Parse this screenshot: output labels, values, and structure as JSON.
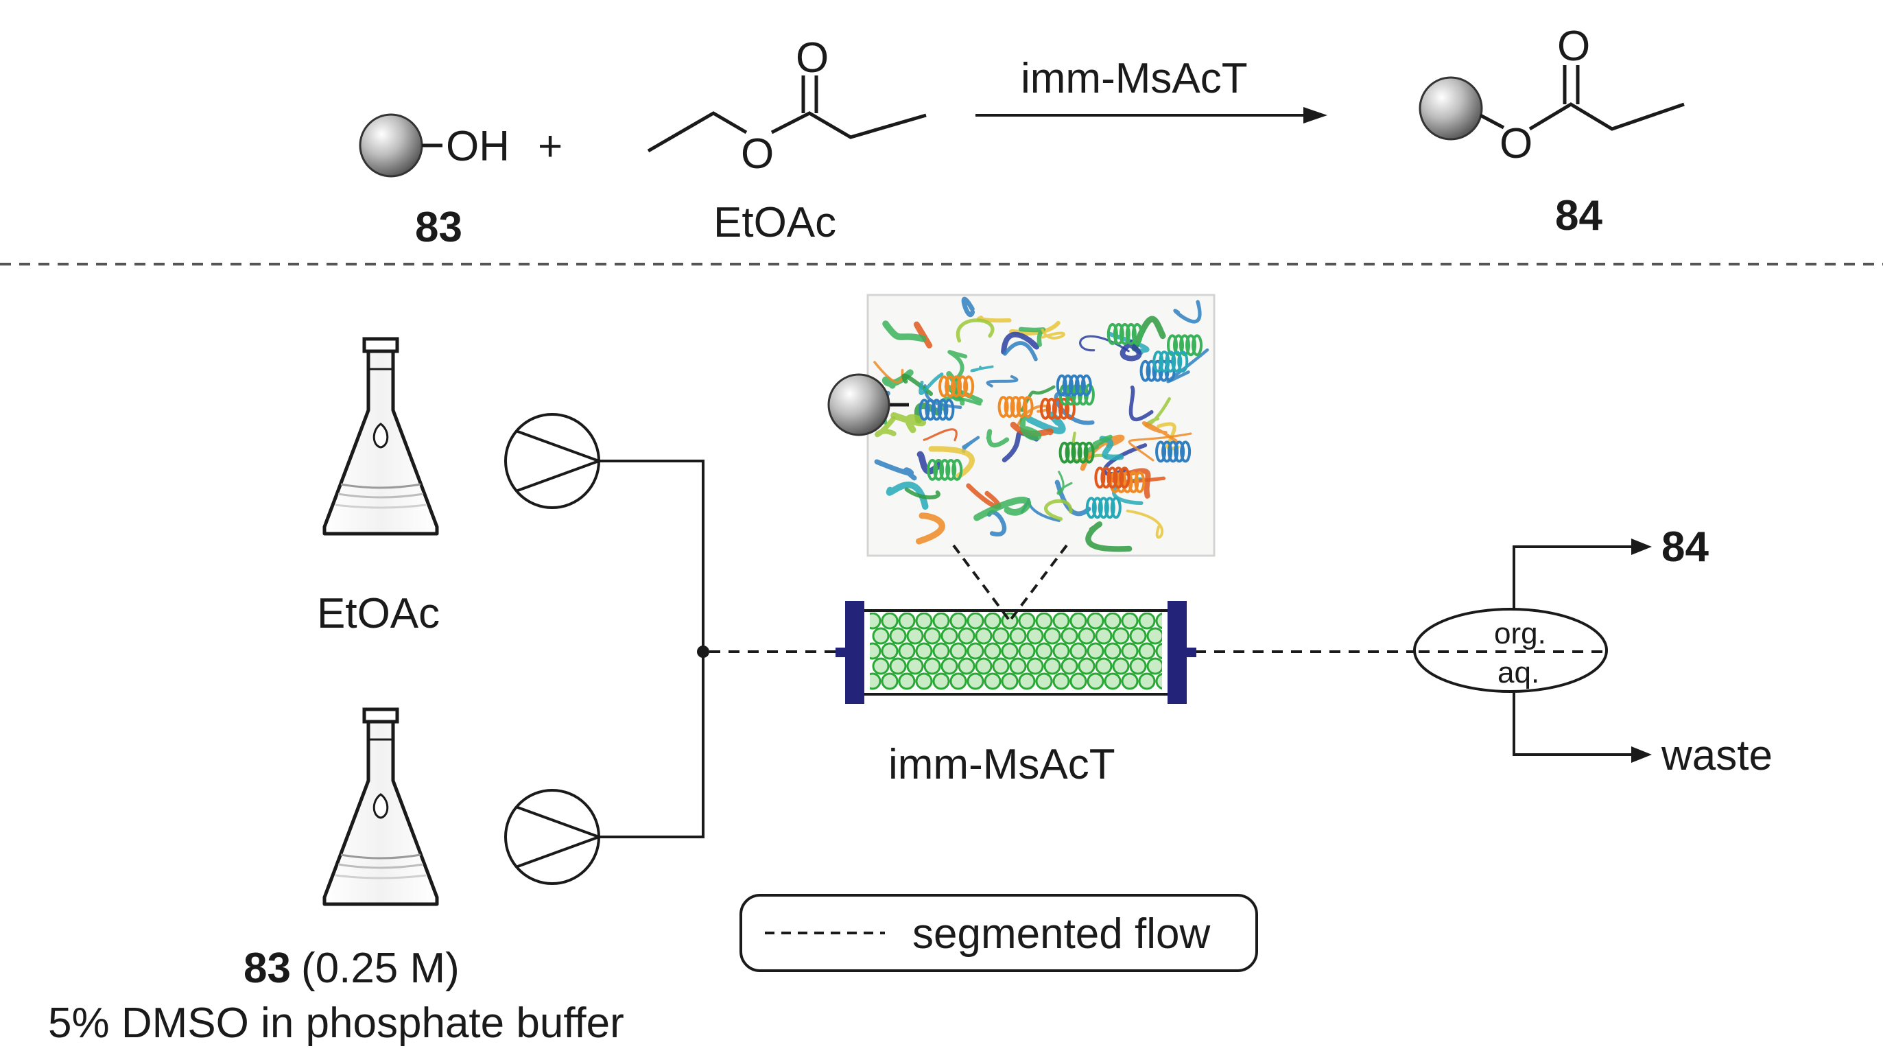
{
  "reaction": {
    "reactant1": {
      "group": "OH",
      "plus": "+",
      "number": "83"
    },
    "reactant2": {
      "ester_o": "O",
      "carbonyl_o": "O",
      "name": "EtOAc"
    },
    "catalyst": "imm-MsAcT",
    "product": {
      "ester_o": "O",
      "carbonyl_o": "O",
      "number": "84"
    }
  },
  "flow": {
    "flask_top_label": "EtOAc",
    "flask_bottom_number": "83",
    "flask_bottom_conc": "(0.25 M)",
    "flask_bottom_solvent": "5% DMSO in phosphate buffer",
    "reactor_label": "imm-MsAcT",
    "separator_org": "org.",
    "separator_aq": "aq.",
    "output_org": "84",
    "output_aq": "waste",
    "legend_label": "segmented flow"
  },
  "colors": {
    "reactor_caps": "#23237a",
    "beads": "#2aa836",
    "bead_fill": "#c9ecc6",
    "sphere": "#8c8c8c"
  },
  "icons": [
    "support-bead-icon",
    "erlenmeyer-flask-icon",
    "pump-icon",
    "protein-structure-icon"
  ]
}
